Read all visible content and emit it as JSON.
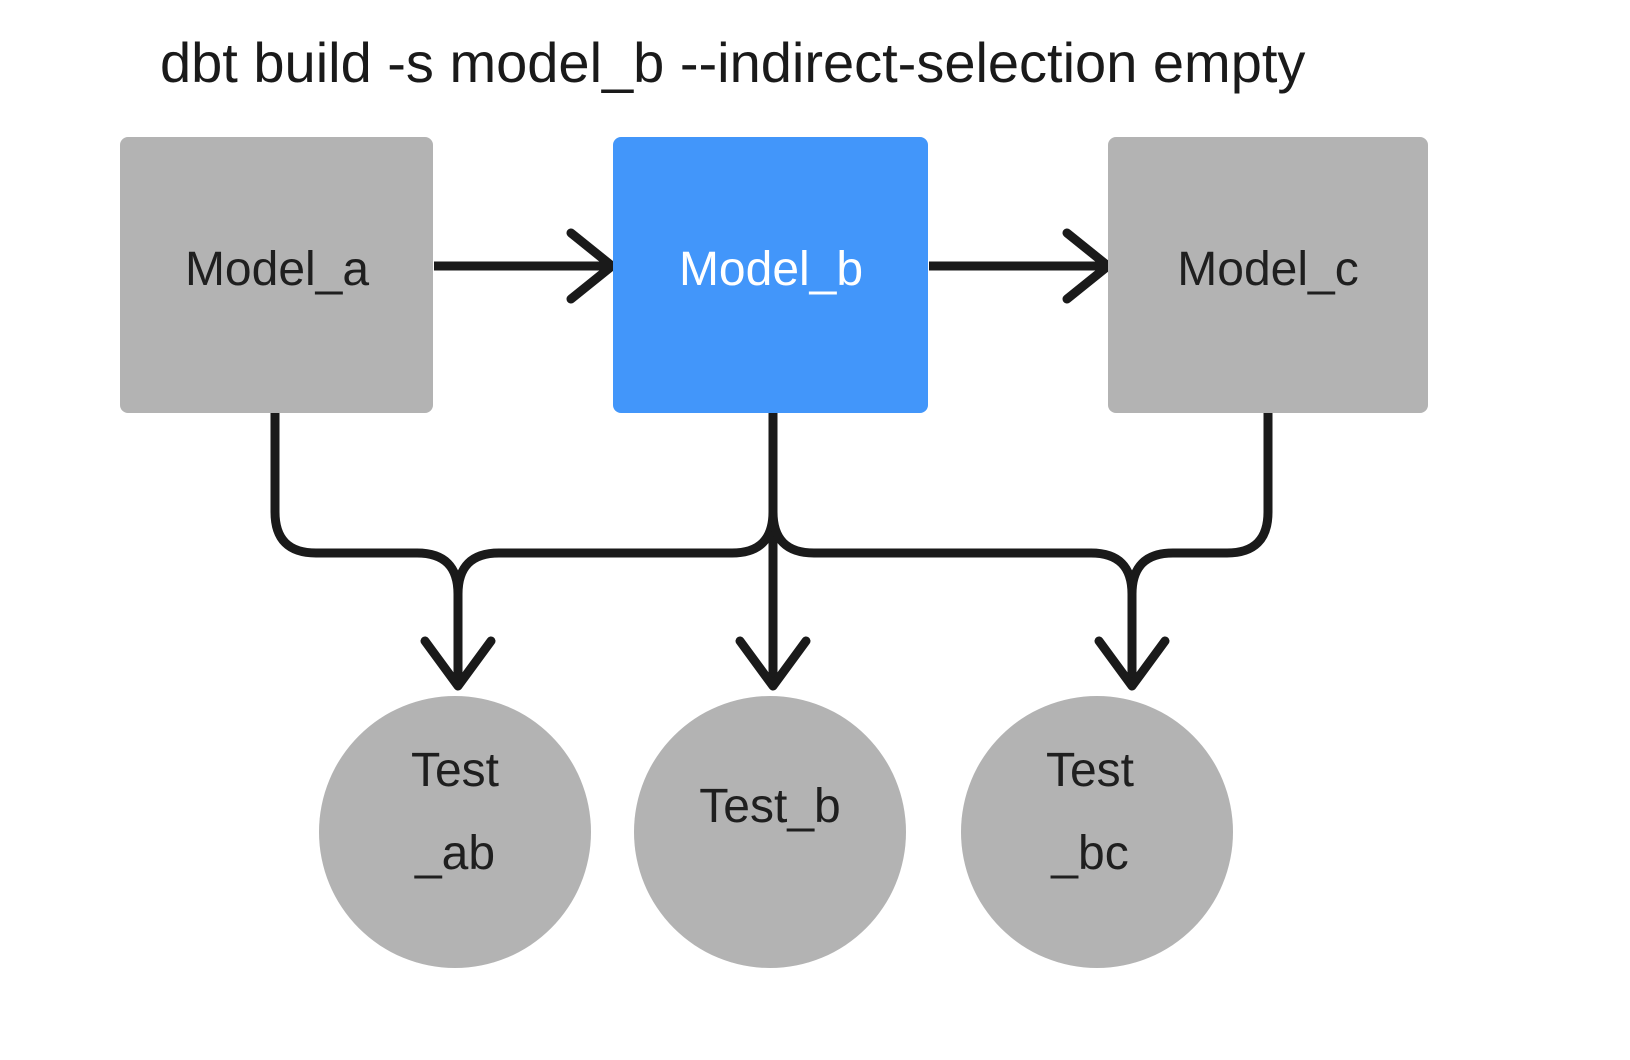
{
  "diagram": {
    "title": "dbt build -s model_b --indirect-selection empty",
    "background_color": "#ffffff",
    "edge_color": "#1a1a1a",
    "colors": {
      "node_default": "#b3b3b3",
      "node_selected": "#4296fa",
      "label_default": "#1f1f1f",
      "label_selected": "#ffffff"
    },
    "models": [
      {
        "id": "model_a",
        "label": "Model_a",
        "shape": "rectangle",
        "fill": "#b3b3b3",
        "text_color": "#1f1f1f",
        "selected": "false"
      },
      {
        "id": "model_b",
        "label": "Model_b",
        "shape": "rectangle",
        "fill": "#4296fa",
        "text_color": "#ffffff",
        "selected": "true"
      },
      {
        "id": "model_c",
        "label": "Model_c",
        "shape": "rectangle",
        "fill": "#b3b3b3",
        "text_color": "#1f1f1f",
        "selected": "false"
      }
    ],
    "tests": [
      {
        "id": "test_ab",
        "label_line1": "Test",
        "label_line2": "_ab",
        "shape": "circle",
        "fill": "#b3b3b3",
        "text_color": "#1f1f1f",
        "selected": "false"
      },
      {
        "id": "test_b",
        "label_line1": "Test_b",
        "label_line2": "",
        "shape": "circle",
        "fill": "#b3b3b3",
        "text_color": "#1f1f1f",
        "selected": "false"
      },
      {
        "id": "test_bc",
        "label_line1": "Test",
        "label_line2": "_bc",
        "shape": "circle",
        "fill": "#b3b3b3",
        "text_color": "#1f1f1f",
        "selected": "false"
      }
    ],
    "edges": [
      {
        "id": "edge-model-a-to-model-b",
        "from": "model_a",
        "to": "model_b",
        "style": "straight-arrow"
      },
      {
        "id": "edge-model-b-to-model-c",
        "from": "model_b",
        "to": "model_c",
        "style": "straight-arrow"
      },
      {
        "id": "edge-model-a-to-test-ab",
        "from": "model_a",
        "to": "test_ab",
        "style": "elbow-arrow"
      },
      {
        "id": "edge-model-b-to-test-ab",
        "from": "model_b",
        "to": "test_ab",
        "style": "elbow-arrow"
      },
      {
        "id": "edge-model-b-to-test-b",
        "from": "model_b",
        "to": "test_b",
        "style": "straight-arrow"
      },
      {
        "id": "edge-model-b-to-test-bc",
        "from": "model_b",
        "to": "test_bc",
        "style": "elbow-arrow"
      },
      {
        "id": "edge-model-c-to-test-bc",
        "from": "model_c",
        "to": "test_bc",
        "style": "elbow-arrow"
      }
    ]
  }
}
